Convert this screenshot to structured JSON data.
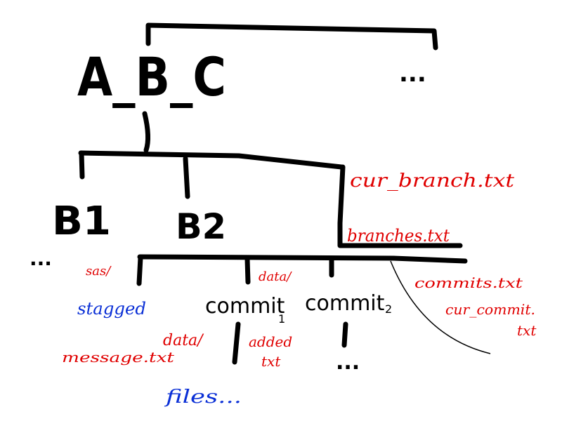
{
  "root": {
    "label": "A_B_C",
    "sibling_more": "..."
  },
  "branches": {
    "b1": "B1",
    "b2": "B2",
    "more_left": "..."
  },
  "files": {
    "cur_branch": "cur_branch.txt",
    "branches": "branches.txt",
    "commits": "commits.txt",
    "cur_commit_line1": "cur_commit.",
    "cur_commit_line2": "txt"
  },
  "b2_children": {
    "sas": "sas/",
    "data": "data/",
    "stagged": "stagged",
    "commit1": "commit",
    "commit1_sub": "1",
    "commit2": "commit",
    "commit2_sub": "2",
    "commit2_more": "...",
    "data2": "data/",
    "message": "message.txt",
    "added_line1": "added",
    "added_line2": "txt",
    "files": "files..."
  },
  "colors": {
    "black": "#000000",
    "red": "#e00000",
    "blue": "#0a2fd6"
  }
}
